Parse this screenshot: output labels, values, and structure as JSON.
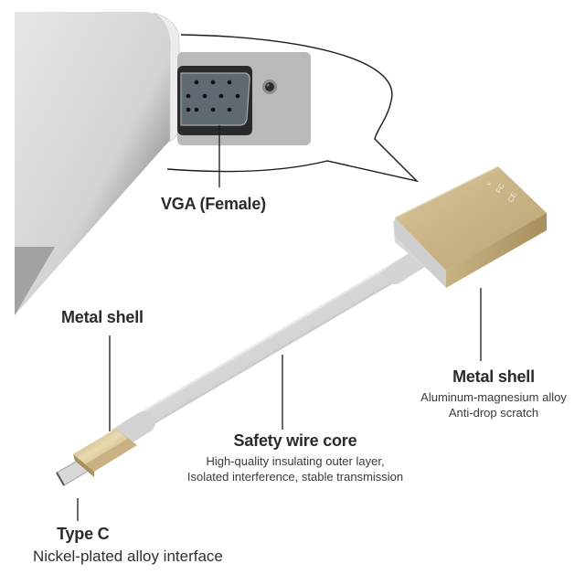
{
  "callouts": {
    "vga": {
      "title": "VGA (Female)"
    },
    "adapter_shell": {
      "title": "Metal shell",
      "lines": [
        "Aluminum-magnesium alloy",
        "Anti-drop scratch"
      ]
    },
    "plug_shell": {
      "title": "Metal shell"
    },
    "wire": {
      "title": "Safety wire core",
      "lines": [
        "High-quality insulating outer layer,",
        "Isolated interference, stable transmission"
      ]
    },
    "type_c": {
      "title": "Type C",
      "lines": [
        "Nickel-plated alloy interface"
      ]
    }
  },
  "adapter_markings": [
    "CE",
    "FC",
    "X"
  ],
  "colors": {
    "gold": "#cdb98a",
    "gold_dark": "#b8a070",
    "cable": "#d8d8d8",
    "device_silver": "#d9d9d9",
    "vga_port": "#5f6a70",
    "line": "#1a1a1a"
  }
}
